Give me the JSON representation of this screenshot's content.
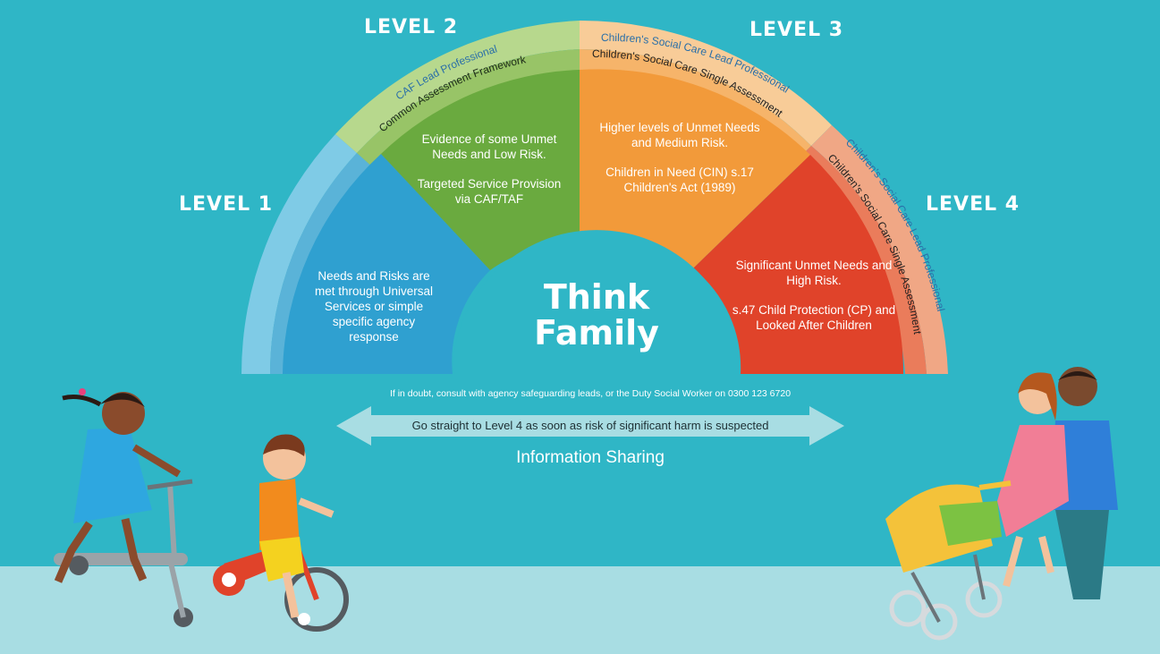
{
  "levels": [
    {
      "label": "LEVEL 1",
      "color": "#2fa0d0"
    },
    {
      "label": "LEVEL 2",
      "color": "#6aaa3f"
    },
    {
      "label": "LEVEL 3",
      "color": "#f29a3a"
    },
    {
      "label": "LEVEL 4",
      "color": "#e0432a"
    }
  ],
  "segments": {
    "level1": [
      "Needs and Risks are met through Universal Services or simple specific agency response"
    ],
    "level2": [
      "Evidence of some Unmet Needs and Low Risk.",
      "Targeted Service Provision via CAF/TAF"
    ],
    "level3": [
      "Higher levels of Unmet Needs and Medium Risk.",
      "Children in Need (CIN) s.17 Children's Act (1989)"
    ],
    "level4": [
      "Significant Unmet Needs and High Risk.",
      "s.47 Child Protection (CP) and Looked After Children"
    ]
  },
  "band_texts": {
    "caf_lead": "CAF Lead Professional",
    "caf_framework": "Common Assessment Framework",
    "csc_lead_l3": "Children's Social Care Lead Professional",
    "csc_single_l3": "Children's Social Care Single Assessment",
    "csc_lead_l4": "Children's Social Care Lead Professional",
    "csc_single_l4": "Children's Social Care Single Assessment"
  },
  "center_title": [
    "Think",
    "Family"
  ],
  "doubt_note": "If in doubt, consult with agency safeguarding leads, or the Duty Social Worker on 0300 123 6720",
  "arrow_text": "Go straight to Level 4 as soon as risk of significant harm is suspected",
  "info_sharing": "Information Sharing",
  "colors": {
    "background": "#2fb6c6",
    "ground": "#a8dde3",
    "band_l1_outer": "#7fcbe6",
    "band_l1_inner": "#5ab3d8",
    "band_l2_outer": "#b7d88d",
    "band_l2_inner": "#98c467",
    "band_l3_outer": "#f8cc98",
    "band_l3_inner": "#f6b46a",
    "band_l4_outer": "#f0a785",
    "band_l4_inner": "#ea7c5b"
  }
}
